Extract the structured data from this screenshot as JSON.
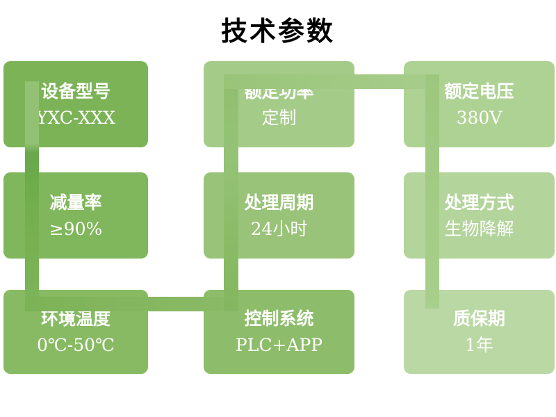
{
  "title": "技术参数",
  "parameters": [
    {
      "label": "设备型号",
      "value": "YXC-XXX",
      "color": "#7cb357"
    },
    {
      "label": "减量率",
      "value": "≥90%",
      "color": "#80b65c"
    },
    {
      "label": "环境温度",
      "value": "0℃-50℃",
      "color": "#87ba63"
    },
    {
      "label": "额定功率",
      "value": "定制",
      "color": "#a5cb89"
    },
    {
      "label": "处理周期",
      "value": "24小时",
      "color": "#99c378"
    },
    {
      "label": "控制系统",
      "value": "PLC+APP",
      "color": "#8dbc6b"
    },
    {
      "label": "额定电压",
      "value": "380V",
      "color": "#aed293"
    },
    {
      "label": "处理方式",
      "value": "生物降解",
      "color": "#b3d49b"
    },
    {
      "label": "质保期",
      "value": "1年",
      "color": "#bad8a3"
    }
  ],
  "connector": {
    "left_vertical": {
      "dir": "to bottom",
      "stops": [
        "#92c173 0%",
        "#92c173 27%",
        "#69a84b 31%",
        "#6cab4c 42%",
        "#76af51 60%",
        "#7db45a 100%"
      ]
    },
    "bottom_horizontal": {
      "dir": "to right",
      "stops": [
        "#7cb256 0%",
        "#8cba67 100%"
      ]
    },
    "middle_vertical": {
      "dir": "to bottom",
      "stops": [
        "#90bf6e 0%",
        "#94c378 35%",
        "#8bbb66 70%",
        "#83b65e 100%"
      ]
    },
    "top_horizontal": {
      "dir": "to right",
      "stops": [
        "#99c478 0%",
        "#a7cd8c 100%"
      ]
    },
    "right_vertical": {
      "dir": "to bottom",
      "stops": [
        "#9dc77d 0%",
        "#a8cf8b 100%"
      ]
    }
  }
}
